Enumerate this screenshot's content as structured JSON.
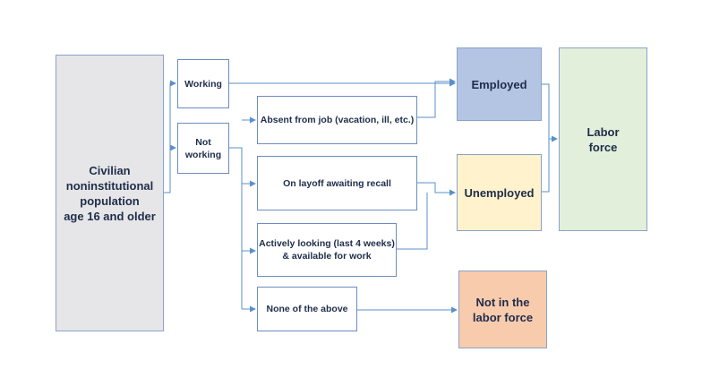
{
  "boxes": {
    "population": {
      "line1": "Civilian",
      "line2": "noninstitutional",
      "line3": "population",
      "line4": "age 16 and older"
    },
    "working": "Working",
    "not_working": {
      "line1": "Not",
      "line2": "working"
    },
    "absent": "Absent from job (vacation, ill, etc.)",
    "layoff": "On layoff awaiting recall",
    "actively_looking": {
      "line1": "Actively looking (last 4 weeks)",
      "line2": "& available for work"
    },
    "none_of_above": "None of the above",
    "employed": "Employed",
    "unemployed": "Unemployed",
    "not_in_labor_force": {
      "line1": "Not in the",
      "line2": "labor force"
    },
    "labor_force": {
      "line1": "Labor",
      "line2": "force"
    }
  },
  "colors": {
    "connector": "#5b8fc9",
    "employed_fill": "#b4c5e4",
    "unemployed_fill": "#fff2cc",
    "not_in_lf_fill": "#f8cbad",
    "labor_force_fill": "#e2efda",
    "population_fill": "#e6e6e8"
  }
}
